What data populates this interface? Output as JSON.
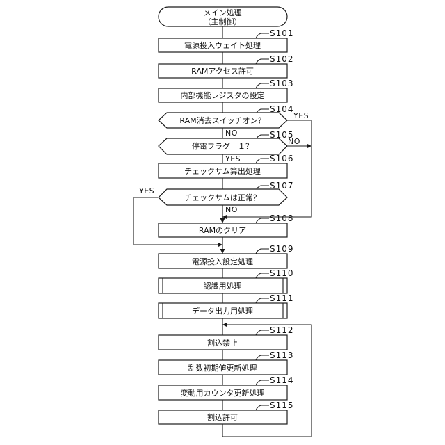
{
  "start": {
    "line1": "メイン処理",
    "line2": "（主制御）"
  },
  "steps": {
    "s101": {
      "id": "S101",
      "text": "電源投入ウェイト処理"
    },
    "s102": {
      "id": "S102",
      "text": "RAMアクセス許可"
    },
    "s103": {
      "id": "S103",
      "text": "内部機能レジスタの設定"
    },
    "s104": {
      "id": "S104",
      "text": "RAM消去スイッチオン？"
    },
    "s105": {
      "id": "S105",
      "text": "停電フラグ＝１？"
    },
    "s106": {
      "id": "S106",
      "text": "チェックサム算出処理"
    },
    "s107": {
      "id": "S107",
      "text": "チェックサムは正常？"
    },
    "s108": {
      "id": "S108",
      "text": "RAMのクリア"
    },
    "s109": {
      "id": "S109",
      "text": "電源投入設定処理"
    },
    "s110": {
      "id": "S110",
      "text": "認識用処理"
    },
    "s111": {
      "id": "S111",
      "text": "データ出力用処理"
    },
    "s112": {
      "id": "S112",
      "text": "割込禁止"
    },
    "s113": {
      "id": "S113",
      "text": "乱数初期値更新処理"
    },
    "s114": {
      "id": "S114",
      "text": "変動用カウンタ更新処理"
    },
    "s115": {
      "id": "S115",
      "text": "割込許可"
    }
  },
  "branches": {
    "yes": "YES",
    "no": "NO"
  }
}
